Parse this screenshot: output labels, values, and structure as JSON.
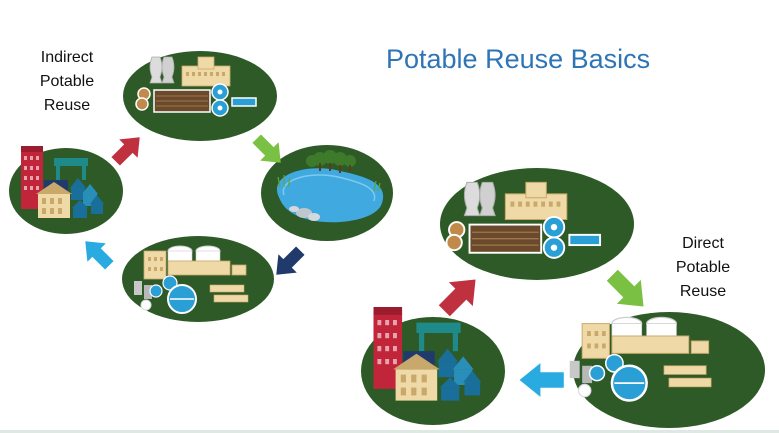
{
  "title": "Potable Reuse Basics",
  "indirect_label": [
    "Indirect",
    "Potable",
    "Reuse"
  ],
  "direct_label": [
    "Direct",
    "Potable",
    "Reuse"
  ],
  "colors": {
    "title": "#2e75b6",
    "island": "#2d5a27",
    "arrow_red": "#c0313f",
    "arrow_green": "#7ac143",
    "arrow_navy": "#1f3a6b",
    "arrow_light_blue": "#29abe2"
  },
  "icons": [
    "city-icon",
    "treatment-plant-icon",
    "reservoir-icon",
    "wastewater-plant-icon"
  ]
}
